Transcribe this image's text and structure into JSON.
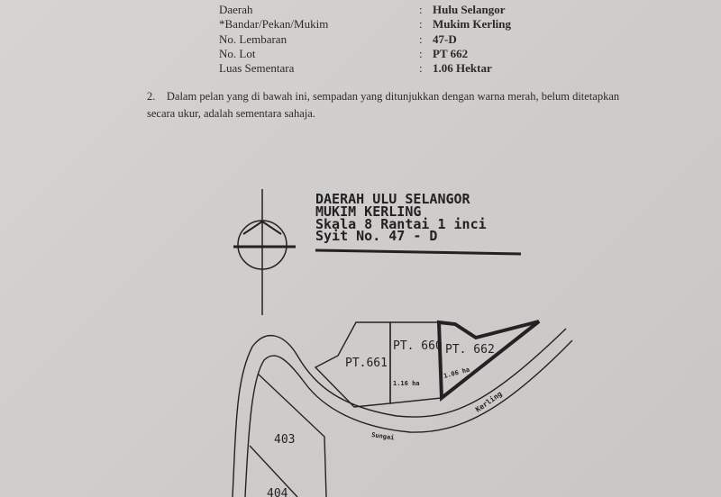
{
  "details": [
    {
      "label": "Daerah",
      "value": "Hulu Selangor"
    },
    {
      "label": "*Bandar/Pekan/Mukim",
      "value": "Mukim Kerling"
    },
    {
      "label": "No. Lembaran",
      "value": "47-D"
    },
    {
      "label": "No. Lot",
      "value": "PT 662"
    },
    {
      "label": "Luas Sementara",
      "value": "1.06 Hektar"
    }
  ],
  "paragraph": {
    "number": "2.",
    "line1": "Dalam pelan yang di bawah ini, sempadan yang ditunjukkan dengan warna merah, belum ditetapkan",
    "line2": "secara ukur, adalah sementara sahaja."
  },
  "plan": {
    "header": [
      "DAERAH ULU SELANGOR",
      "MUKIM KERLING",
      "Skala 8 Rantai 1 inci",
      "Syit No. 47 - D"
    ],
    "lots": {
      "pt661": "PT.661",
      "pt660": "PT. 660",
      "pt662": "PT. 662",
      "lot403": "403",
      "lot404": "404"
    },
    "areas": {
      "pt660": "1.16 ha",
      "pt662": "1.06 ha"
    },
    "road_labels": [
      "Sungai",
      "Kerling"
    ]
  }
}
